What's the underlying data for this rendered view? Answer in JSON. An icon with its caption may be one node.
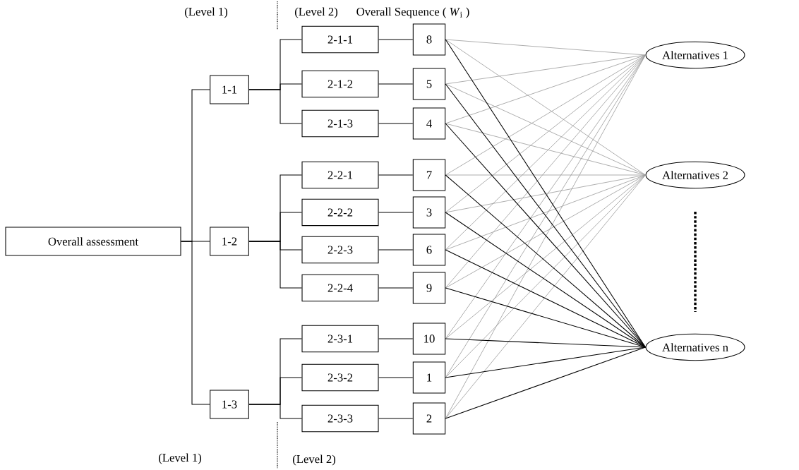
{
  "diagram": {
    "nodes": [
      {
        "text": [
          "Overall assessment"
        ]
      },
      {
        "text": [
          "1-1"
        ]
      },
      {
        "text": [
          "1-2"
        ]
      },
      {
        "text": [
          "1-3"
        ]
      },
      {
        "text": [
          "2-1-1"
        ]
      },
      {
        "text": [
          "2-1-2"
        ]
      },
      {
        "text": [
          "2-1-3"
        ]
      },
      {
        "text": [
          "2-2-1"
        ]
      },
      {
        "text": [
          "2-2-2"
        ]
      },
      {
        "text": [
          "2-2-3"
        ]
      },
      {
        "text": [
          "2-2-4"
        ]
      },
      {
        "text": [
          "2-3-1"
        ]
      },
      {
        "text": [
          "2-3-2"
        ]
      },
      {
        "text": [
          "2-3-3"
        ]
      },
      {
        "text": [
          "8"
        ]
      },
      {
        "text": [
          "5"
        ]
      },
      {
        "text": [
          "4"
        ]
      },
      {
        "text": [
          "7"
        ]
      },
      {
        "text": [
          "3"
        ]
      },
      {
        "text": [
          "6"
        ]
      },
      {
        "text": [
          "9"
        ]
      },
      {
        "text": [
          "10"
        ]
      },
      {
        "text": [
          "1"
        ]
      },
      {
        "text": [
          "2"
        ]
      },
      {
        "text": [
          "Alternatives 1"
        ]
      },
      {
        "text": [
          "Alternatives 2"
        ]
      },
      {
        "text": [
          "Alternatives n"
        ]
      }
    ],
    "edges": [
      {
        "from": 0,
        "to": 1,
        "arrow": "none"
      },
      {
        "from": 0,
        "to": 2,
        "arrow": "none"
      },
      {
        "from": 0,
        "to": 3,
        "arrow": "none"
      },
      {
        "from": 1,
        "to": 4,
        "arrow": "none"
      },
      {
        "from": 1,
        "to": 5,
        "arrow": "none"
      },
      {
        "from": 1,
        "to": 6,
        "arrow": "none"
      },
      {
        "from": 2,
        "to": 7,
        "arrow": "none"
      },
      {
        "from": 2,
        "to": 8,
        "arrow": "none"
      },
      {
        "from": 2,
        "to": 9,
        "arrow": "none"
      },
      {
        "from": 2,
        "to": 10,
        "arrow": "none"
      },
      {
        "from": 3,
        "to": 11,
        "arrow": "none"
      },
      {
        "from": 3,
        "to": 12,
        "arrow": "none"
      },
      {
        "from": 3,
        "to": 13,
        "arrow": "none"
      },
      {
        "from": 4,
        "to": 14,
        "arrow": "none"
      },
      {
        "from": 5,
        "to": 15,
        "arrow": "none"
      },
      {
        "from": 6,
        "to": 16,
        "arrow": "none"
      },
      {
        "from": 7,
        "to": 17,
        "arrow": "none"
      },
      {
        "from": 8,
        "to": 18,
        "arrow": "none"
      },
      {
        "from": 9,
        "to": 19,
        "arrow": "none"
      },
      {
        "from": 10,
        "to": 20,
        "arrow": "none"
      },
      {
        "from": 11,
        "to": 21,
        "arrow": "none"
      },
      {
        "from": 12,
        "to": 22,
        "arrow": "none"
      },
      {
        "from": 13,
        "to": 23,
        "arrow": "none"
      },
      {
        "from": 14,
        "to": 24,
        "arrow": "none",
        "color": "#999999"
      },
      {
        "from": 15,
        "to": 24,
        "arrow": "none",
        "color": "#999999"
      },
      {
        "from": 16,
        "to": 24,
        "arrow": "none",
        "color": "#999999"
      },
      {
        "from": 17,
        "to": 24,
        "arrow": "none",
        "color": "#999999"
      },
      {
        "from": 18,
        "to": 24,
        "arrow": "none",
        "color": "#999999"
      },
      {
        "from": 19,
        "to": 24,
        "arrow": "none",
        "color": "#999999"
      },
      {
        "from": 20,
        "to": 24,
        "arrow": "none",
        "color": "#999999"
      },
      {
        "from": 21,
        "to": 24,
        "arrow": "none",
        "color": "#999999"
      },
      {
        "from": 22,
        "to": 24,
        "arrow": "none",
        "color": "#999999"
      },
      {
        "from": 23,
        "to": 24,
        "arrow": "none",
        "color": "#999999"
      },
      {
        "from": 14,
        "to": 25,
        "arrow": "none",
        "color": "#999999"
      },
      {
        "from": 15,
        "to": 25,
        "arrow": "none",
        "color": "#999999"
      },
      {
        "from": 16,
        "to": 25,
        "arrow": "none",
        "color": "#999999"
      },
      {
        "from": 17,
        "to": 25,
        "arrow": "none",
        "color": "#999999"
      },
      {
        "from": 18,
        "to": 25,
        "arrow": "none",
        "color": "#999999"
      },
      {
        "from": 19,
        "to": 25,
        "arrow": "none",
        "color": "#999999"
      },
      {
        "from": 20,
        "to": 25,
        "arrow": "none",
        "color": "#999999"
      },
      {
        "from": 21,
        "to": 25,
        "arrow": "none",
        "color": "#999999"
      },
      {
        "from": 22,
        "to": 25,
        "arrow": "none",
        "color": "#999999"
      },
      {
        "from": 23,
        "to": 25,
        "arrow": "none",
        "color": "#999999"
      },
      {
        "from": 14,
        "to": 26,
        "arrow": "none"
      },
      {
        "from": 15,
        "to": 26,
        "arrow": "none"
      },
      {
        "from": 16,
        "to": 26,
        "arrow": "none"
      },
      {
        "from": 17,
        "to": 26,
        "arrow": "none"
      },
      {
        "from": 18,
        "to": 26,
        "arrow": "none"
      },
      {
        "from": 19,
        "to": 26,
        "arrow": "none"
      },
      {
        "from": 20,
        "to": 26,
        "arrow": "none"
      },
      {
        "from": 21,
        "to": 26,
        "arrow": "none"
      },
      {
        "from": 22,
        "to": 26,
        "arrow": "none"
      },
      {
        "from": 23,
        "to": 26,
        "arrow": "none"
      }
    ],
    "labels": [
      "(Level 1)",
      "(Level 2)",
      "Overall Sequence ( *W*$_{i}$ )",
      "(Level 1)",
      "(Level 2)"
    ]
  }
}
